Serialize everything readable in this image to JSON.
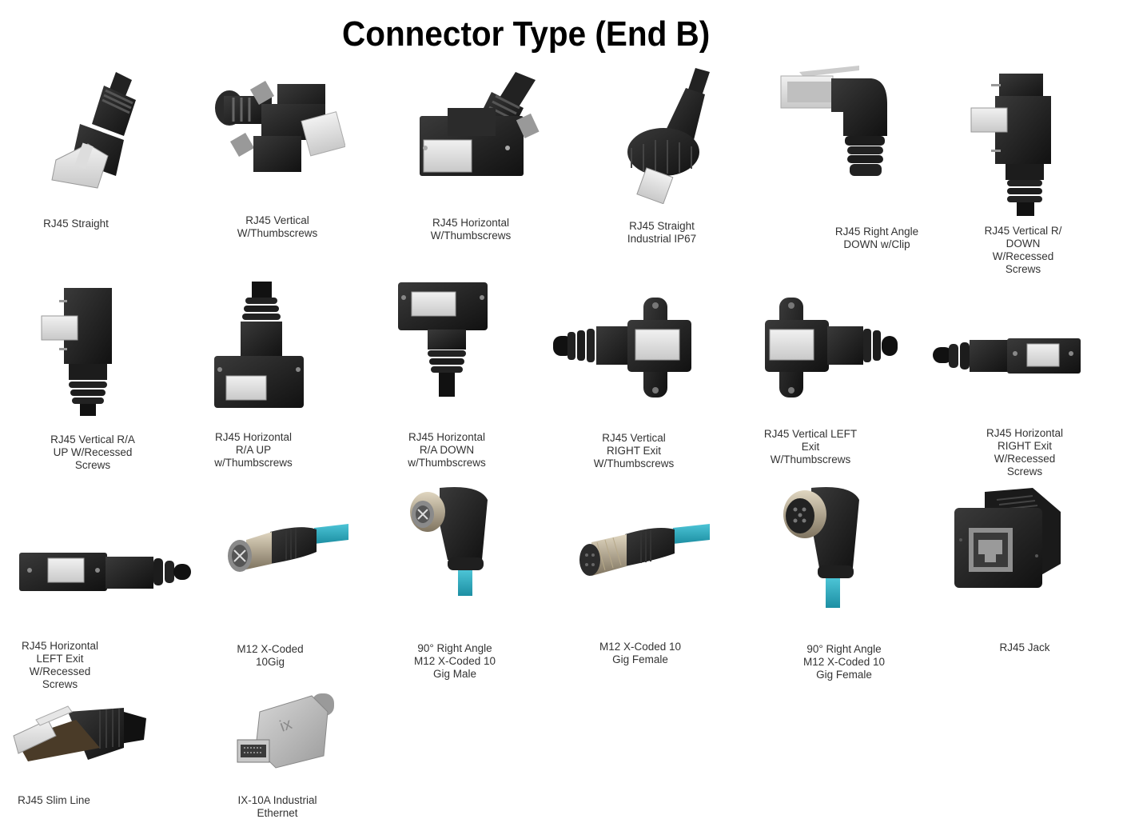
{
  "title": "Connector Type (End B)",
  "colors": {
    "background": "#ffffff",
    "title_text": "#000000",
    "caption_text": "#333333",
    "connector_black": "#1c1c1c",
    "cable_teal": "#2aa7bd",
    "metal_silver": "#b8b8b8",
    "ix_gray": "#bdbdbd"
  },
  "connectors": [
    {
      "id": 1,
      "label": "RJ45 Straight",
      "icon": "rj45-straight-icon"
    },
    {
      "id": 2,
      "label": "RJ45 Vertical\nW/Thumbscrews",
      "icon": "rj45-vertical-thumbscrew-icon"
    },
    {
      "id": 3,
      "label": "RJ45 Horizontal\nW/Thumbscrews",
      "icon": "rj45-horizontal-thumbscrew-icon"
    },
    {
      "id": 4,
      "label": "RJ45 Straight\nIndustrial IP67",
      "icon": "rj45-industrial-ip67-icon"
    },
    {
      "id": 5,
      "label": "RJ45 Right Angle\nDOWN w/Clip",
      "icon": "rj45-right-angle-down-icon"
    },
    {
      "id": 6,
      "label": "RJ45 Vertical R/\nDOWN\nW/Recessed\nScrews",
      "icon": "rj45-vertical-ra-down-icon"
    },
    {
      "id": 7,
      "label": "RJ45 Vertical R/A\nUP W/Recessed\nScrews",
      "icon": "rj45-vertical-ra-up-icon"
    },
    {
      "id": 8,
      "label": "RJ45 Horizontal\nR/A UP\nw/Thumbscrews",
      "icon": "rj45-horizontal-ra-up-icon"
    },
    {
      "id": 9,
      "label": "RJ45 Horizontal\nR/A DOWN\nw/Thumbscrews",
      "icon": "rj45-horizontal-ra-down-icon"
    },
    {
      "id": 10,
      "label": "RJ45 Vertical\nRIGHT Exit\nW/Thumbscrews",
      "icon": "rj45-vertical-right-exit-icon"
    },
    {
      "id": 11,
      "label": "RJ45 Vertical LEFT\nExit\nW/Thumbscrews",
      "icon": "rj45-vertical-left-exit-icon"
    },
    {
      "id": 12,
      "label": "RJ45 Horizontal\nRIGHT Exit\nW/Recessed\nScrews",
      "icon": "rj45-horizontal-right-exit-icon"
    },
    {
      "id": 13,
      "label": "RJ45 Horizontal\nLEFT Exit\nW/Recessed\nScrews",
      "icon": "rj45-horizontal-left-exit-icon"
    },
    {
      "id": 14,
      "label": "M12 X-Coded\n10Gig",
      "icon": "m12-x-coded-icon"
    },
    {
      "id": 15,
      "label": "90° Right Angle\nM12 X-Coded 10\nGig Male",
      "icon": "m12-right-angle-male-icon"
    },
    {
      "id": 16,
      "label": "M12 X-Coded 10\nGig Female",
      "icon": "m12-female-icon"
    },
    {
      "id": 17,
      "label": "90° Right Angle\nM12 X-Coded 10\nGig Female",
      "icon": "m12-right-angle-female-icon"
    },
    {
      "id": 18,
      "label": "RJ45 Jack",
      "icon": "rj45-jack-icon"
    },
    {
      "id": 19,
      "label": "RJ45 Slim Line",
      "icon": "rj45-slim-line-icon"
    },
    {
      "id": 20,
      "label": "IX-10A Industrial\nEthernet",
      "icon": "ix-10a-icon"
    }
  ]
}
